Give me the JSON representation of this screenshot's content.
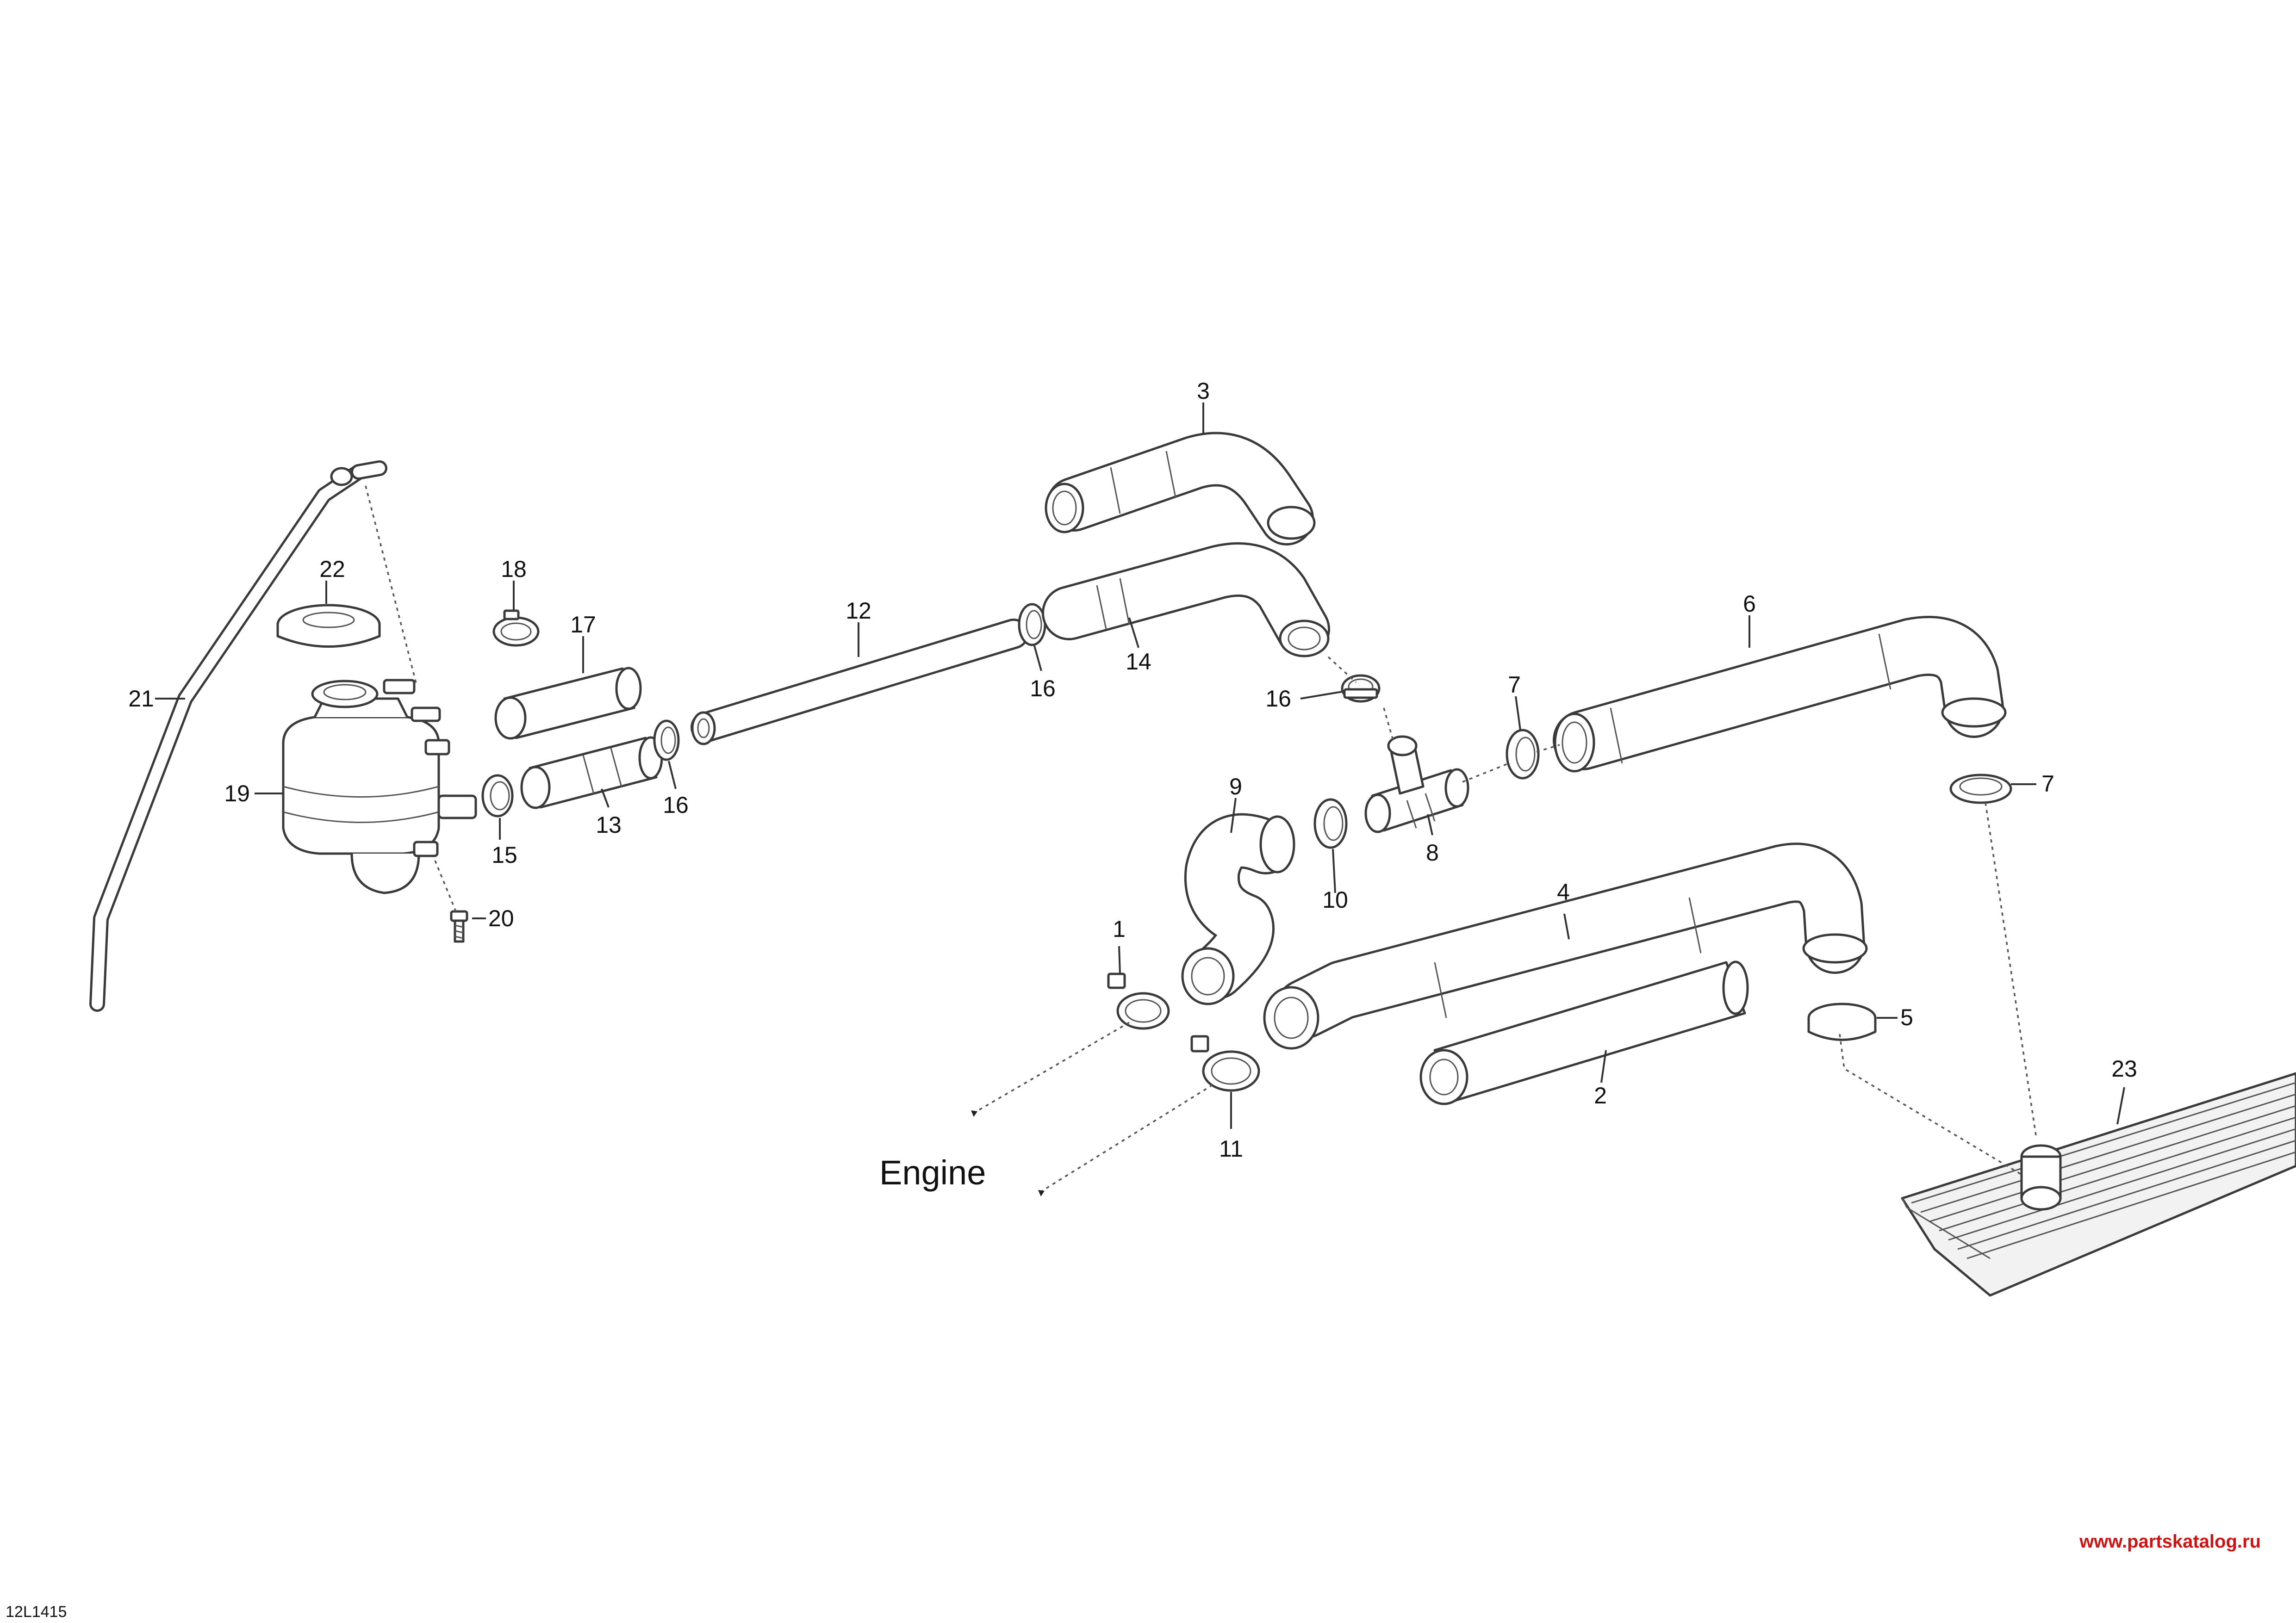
{
  "diagram": {
    "callouts": {
      "c1": "1",
      "c2": "2",
      "c3": "3",
      "c4": "4",
      "c5": "5",
      "c6": "6",
      "c7a": "7",
      "c7b": "7",
      "c8": "8",
      "c9": "9",
      "c10": "10",
      "c11": "11",
      "c12": "12",
      "c13": "13",
      "c14": "14",
      "c15": "15",
      "c16a": "16",
      "c16b": "16",
      "c16c": "16",
      "c17": "17",
      "c18": "18",
      "c19": "19",
      "c20": "20",
      "c21": "21",
      "c22": "22",
      "c23": "23"
    },
    "engine_label": "Engine",
    "figure_code": "12L1415",
    "watermark": "www.partskatalog.ru"
  },
  "colors": {
    "line": "#3a3a3a",
    "part_fill": "#ffffff",
    "watermark": "#cc1414"
  }
}
